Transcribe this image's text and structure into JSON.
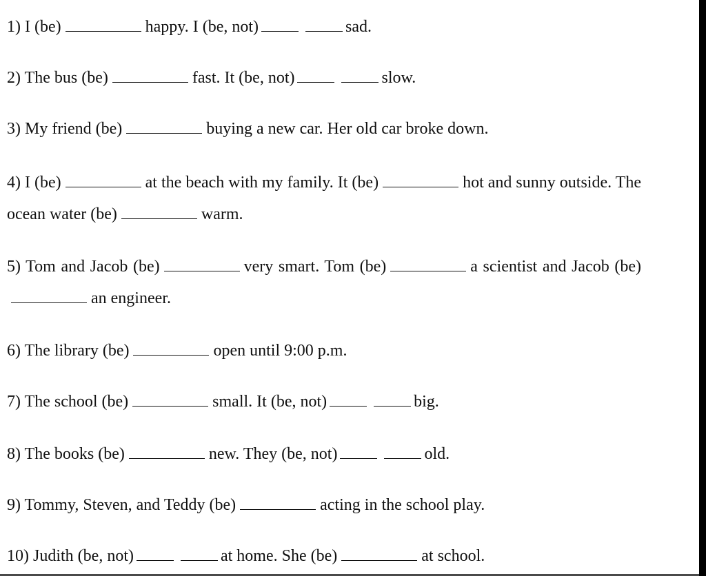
{
  "questions": [
    {
      "segments": [
        "1) I (be)",
        "happy. I (be, not)",
        "",
        "sad."
      ]
    },
    {
      "segments": [
        "2) The bus (be)",
        "fast. It (be, not)",
        "",
        "slow."
      ]
    },
    {
      "segments": [
        "3) My friend (be)",
        "buying a new car. Her old car broke down."
      ]
    },
    {
      "segments": [
        "4) I (be)",
        "at the beach with my family. It (be)",
        "hot and sunny outside. The ocean water (be)",
        "warm."
      ]
    },
    {
      "segments": [
        "5) Tom and Jacob (be)",
        "very smart. Tom (be)",
        "a scientist and Jacob (be)",
        "an engineer."
      ]
    },
    {
      "segments": [
        "6) The library (be)",
        "open until 9:00 p.m."
      ]
    },
    {
      "segments": [
        "7) The school (be)",
        "small. It (be, not)",
        "",
        "big."
      ]
    },
    {
      "segments": [
        "8) The books (be)",
        "new. They (be, not)",
        "",
        "old."
      ]
    },
    {
      "segments": [
        "9) Tommy, Steven, and Teddy (be)",
        "acting in the school play."
      ]
    },
    {
      "segments": [
        "10) Judith (be, not)",
        "",
        "at home. She (be)",
        "at school."
      ]
    }
  ]
}
